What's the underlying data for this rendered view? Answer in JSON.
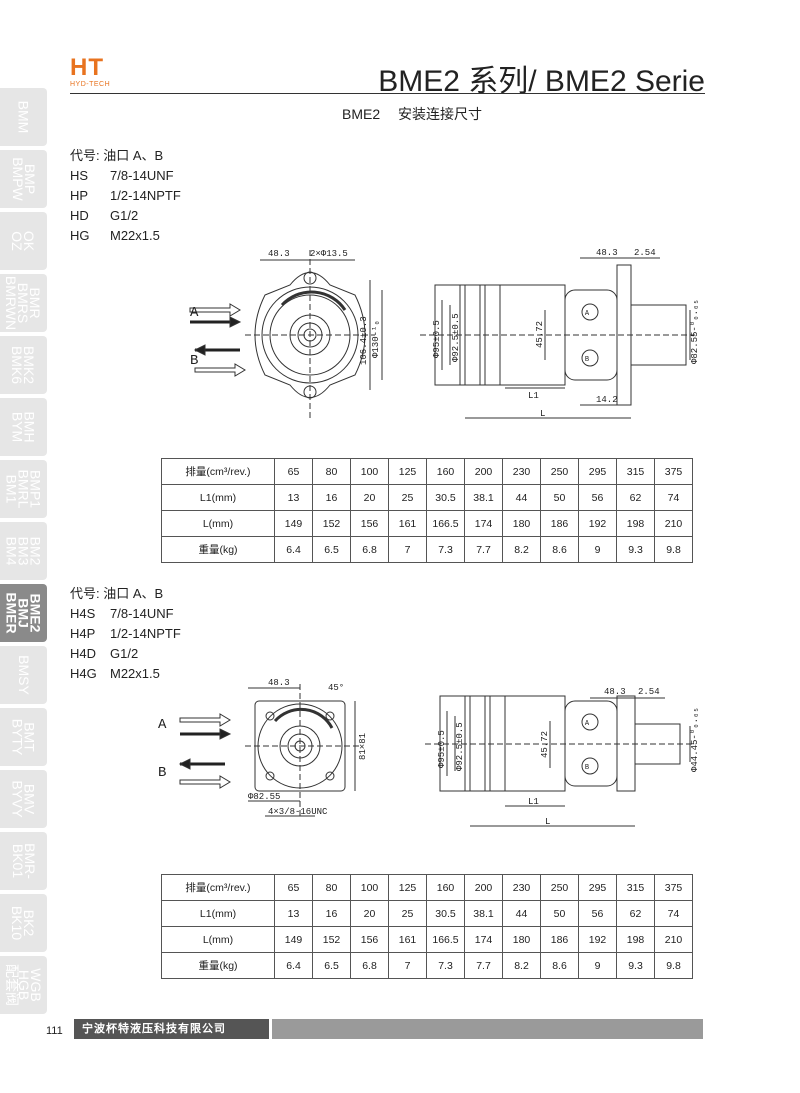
{
  "header": {
    "logo_main": "HT",
    "logo_sub": "HYD-TECH",
    "title": "BME2 系列/ BME2 Serie",
    "subtitle_code": "BME2",
    "subtitle_text": "安装连接尺寸"
  },
  "side_tabs": [
    {
      "label": "BMM",
      "active": false
    },
    {
      "label": "BMP\nBMPW",
      "active": false
    },
    {
      "label": "OK\nOZ",
      "active": false
    },
    {
      "label": "BMR\nBMRS\nBMRWN",
      "active": false
    },
    {
      "label": "BMK2\nBMK6",
      "active": false
    },
    {
      "label": "BMH\nBYM",
      "active": false
    },
    {
      "label": "BMP1\nBMRL\nBM1",
      "active": false
    },
    {
      "label": "BM2\nBM3\nBM4",
      "active": false
    },
    {
      "label": "BME2\nBMJ\nBMER",
      "active": true
    },
    {
      "label": "BMSY",
      "active": false
    },
    {
      "label": "BMT\nBYTY",
      "active": false
    },
    {
      "label": "BMV\nBYVY",
      "active": false
    },
    {
      "label": "BMR-\nBK01",
      "active": false
    },
    {
      "label": "BK2\nBK10",
      "active": false
    },
    {
      "label": "WGB\nHGB\n配套阀",
      "active": false
    }
  ],
  "section1": {
    "codes_title": "代号: 油口  A、B",
    "codes": [
      {
        "code": "HS",
        "value": "7/8-14UNF"
      },
      {
        "code": "HP",
        "value": "1/2-14NPTF"
      },
      {
        "code": "HD",
        "value": "G1/2"
      },
      {
        "code": "HG",
        "value": "M22x1.5"
      }
    ],
    "front_dims": {
      "d1": "48.3",
      "d2": "2×Φ13.5",
      "d3": "106.4±0.3",
      "d4": "Φ130-¹₀"
    },
    "side_dims": {
      "d1": "48.3",
      "d2": "2.54",
      "d3": "Φ95±0.5",
      "d4": "Φ92.5±0.5",
      "d5": "45.72",
      "d6": "Φ82.55-⁰₀.₀₅",
      "d7": "L1",
      "d8": "14.2",
      "d9": "L"
    },
    "port_a": "A",
    "port_b": "B"
  },
  "section2": {
    "codes_title": "代号: 油口  A、B",
    "codes": [
      {
        "code": "H4S",
        "value": "7/8-14UNF"
      },
      {
        "code": "H4P",
        "value": "1/2-14NPTF"
      },
      {
        "code": "H4D",
        "value": "G1/2"
      },
      {
        "code": "H4G",
        "value": "M22x1.5"
      }
    ],
    "front_dims": {
      "d1": "48.3",
      "d2": "45°",
      "d3": "81×81",
      "d4": "Φ82.55",
      "d5": "4×3/8-16UNC"
    },
    "side_dims": {
      "d1": "48.3",
      "d2": "2.54",
      "d3": "Φ95±0.5",
      "d4": "Φ92.5±0.5",
      "d5": "45.72",
      "d6": "Φ44.45-⁰₀.₀₅",
      "d7": "L1",
      "d8": "L"
    },
    "port_a": "A",
    "port_b": "B"
  },
  "table": {
    "rows": [
      {
        "label": "排量(cm³/rev.)",
        "values": [
          "65",
          "80",
          "100",
          "125",
          "160",
          "200",
          "230",
          "250",
          "295",
          "315",
          "375"
        ]
      },
      {
        "label": "L1(mm)",
        "values": [
          "13",
          "16",
          "20",
          "25",
          "30.5",
          "38.1",
          "44",
          "50",
          "56",
          "62",
          "74"
        ]
      },
      {
        "label": "L(mm)",
        "values": [
          "149",
          "152",
          "156",
          "161",
          "166.5",
          "174",
          "180",
          "186",
          "192",
          "198",
          "210"
        ]
      },
      {
        "label": "重量(kg)",
        "values": [
          "6.4",
          "6.5",
          "6.8",
          "7",
          "7.3",
          "7.7",
          "8.2",
          "8.6",
          "9",
          "9.3",
          "9.8"
        ]
      }
    ]
  },
  "footer": {
    "page_number": "111",
    "company": "宁波杯特液压科技有限公司"
  }
}
